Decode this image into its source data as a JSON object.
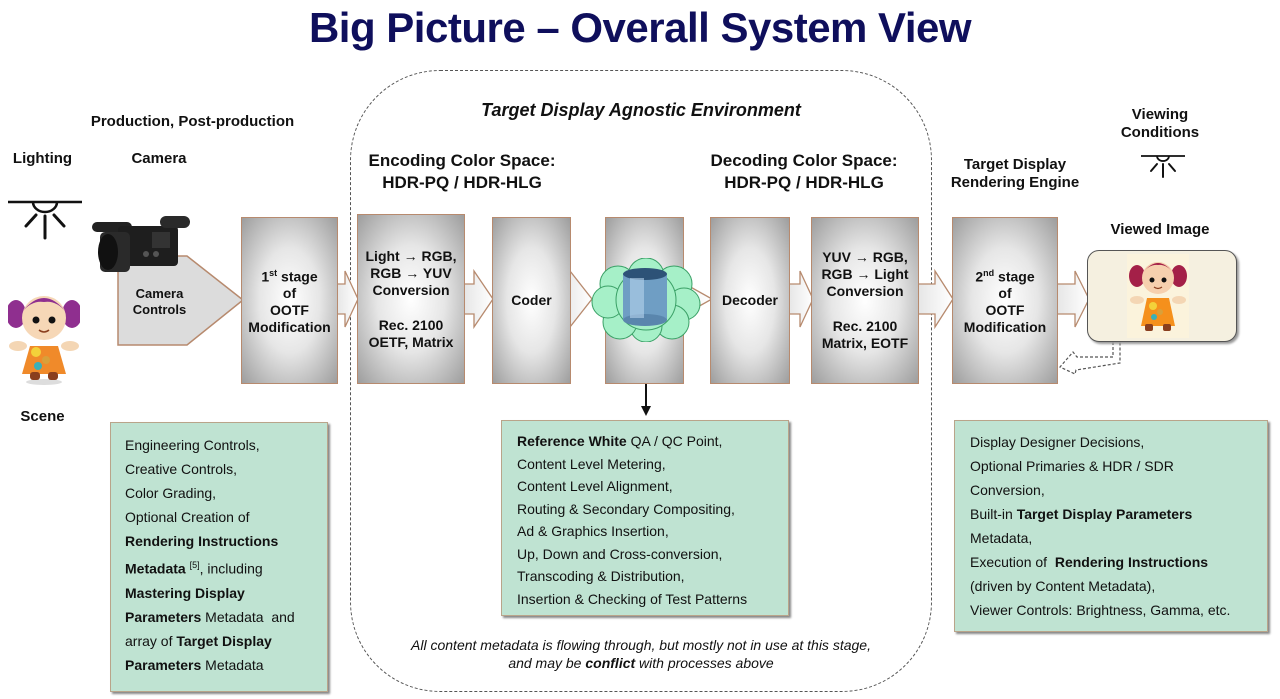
{
  "title": "Big Picture – Overall System View",
  "labels": {
    "production": "Production, Post-production",
    "lighting": "Lighting",
    "camera": "Camera",
    "scene": "Scene",
    "camera_controls_1": "Camera",
    "camera_controls_2": "Controls",
    "environment": "Target Display Agnostic Environment",
    "encoding_1": "Encoding Color Space:",
    "encoding_2": "HDR-PQ / HDR-HLG",
    "decoding_1": "Decoding Color Space:",
    "decoding_2": "HDR-PQ / HDR-HLG",
    "rendering_1": "Target Display",
    "rendering_2": "Rendering Engine",
    "viewing_1": "Viewing",
    "viewing_2": "Conditions",
    "viewed_image": "Viewed Image"
  },
  "blocks": {
    "ootf1": {
      "sup_pre": "1",
      "sup": "st",
      "line1": " stage",
      "line2": "of",
      "line3": "OOTF",
      "line4": "Modification"
    },
    "encode": {
      "line1": "Light → RGB,",
      "line2": "RGB → YUV",
      "line3": "Conversion",
      "line4": "Rec. 2100",
      "line5": "OETF, Matrix"
    },
    "coder": {
      "line1": "Coder"
    },
    "decoder": {
      "line1": "Decoder"
    },
    "decode": {
      "line1": "YUV → RGB,",
      "line2": "RGB → Light",
      "line3": "Conversion",
      "line4": "Rec. 2100",
      "line5": "Matrix, EOTF"
    },
    "ootf2": {
      "sup_pre": "2",
      "sup": "nd",
      "line1": " stage",
      "line2": "of",
      "line3": "OOTF",
      "line4": "Modification"
    }
  },
  "notes": {
    "production": {
      "l1": "Engineering Controls,",
      "l2": "Creative Controls,",
      "l3": "Color Grading,",
      "l4": "Optional Creation of",
      "l5b": "Rendering Instructions",
      "l6b": "Metadata",
      "l6sup": "[5]",
      "l6": ", including",
      "l7b": "Mastering Display",
      "l8b": "Parameters",
      "l8": " Metadata  and",
      "l9": "array of ",
      "l9b": "Target Display",
      "l10b": "Parameters",
      "l10": " Metadata"
    },
    "distribution": {
      "l1b": "Reference White",
      "l1": " QA / QC Point,",
      "l2": "Content Level Metering,",
      "l3": "Content Level Alignment,",
      "l4": "Routing & Secondary Compositing,",
      "l5": "Ad & Graphics Insertion,",
      "l6": "Up, Down and Cross-conversion,",
      "l7": "Transcoding & Distribution,",
      "l8": "Insertion & Checking of Test Patterns"
    },
    "display": {
      "l1": "Display Designer Decisions,",
      "l2": "Optional Primaries & HDR / SDR",
      "l3": "Conversion,",
      "l4": "Built-in ",
      "l4b": "Target Display Parameters",
      "l5": "Metadata,",
      "l6": "Execution of  ",
      "l6b": "Rendering Instructions",
      "l7": "(driven by Content Metadata),",
      "l8": "Viewer Controls: Brightness, Gamma, etc."
    }
  },
  "bottom_note": {
    "l1": "All content metadata is flowing through, but mostly not in use at this stage,",
    "l2a": "and may be ",
    "l2b": "conflict",
    "l2c": " with processes above"
  },
  "colors": {
    "title": "#0f0f5c",
    "note_bg": "#bfe3d2",
    "block_border": "#b78a6e",
    "cloud": "#a6f0c8",
    "database": "#6f9ec4"
  }
}
